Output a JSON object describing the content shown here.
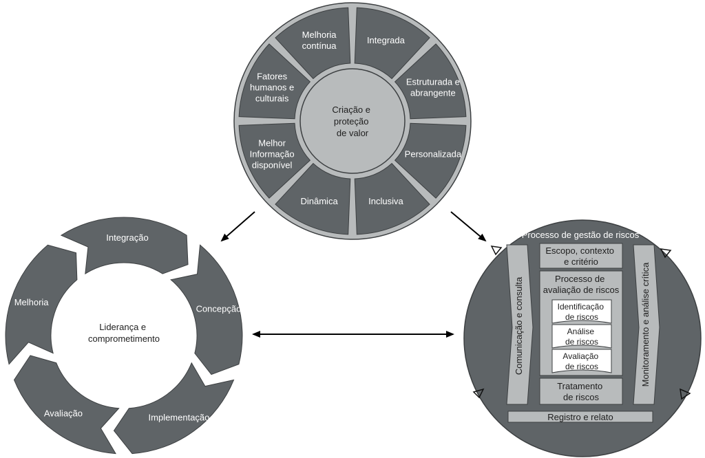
{
  "principles": {
    "center": [
      "Criação e",
      "proteção",
      "de valor"
    ],
    "segments": [
      [
        "Integrada"
      ],
      [
        "Estruturada e",
        "abrangente"
      ],
      [
        "Personalizada"
      ],
      [
        "Inclusiva"
      ],
      [
        "Dinâmica"
      ],
      [
        "Melhor",
        "Informação",
        "disponível"
      ],
      [
        "Fatores",
        "humanos e",
        "culturais"
      ],
      [
        "Melhoria",
        "contínua"
      ]
    ]
  },
  "framework": {
    "center": [
      "Liderança e",
      "comprometimento"
    ],
    "segments": [
      "Integração",
      "Concepção",
      "Implementação",
      "Avaliação",
      "Melhoria"
    ]
  },
  "process": {
    "title": "Processo de gestão de riscos",
    "scope": [
      "Escopo, contexto",
      "e critério"
    ],
    "assessment_title": [
      "Processo de",
      "avaliação de riscos"
    ],
    "steps": [
      [
        "Identificação",
        "de riscos"
      ],
      [
        "Análise",
        "de riscos"
      ],
      [
        "Avaliação",
        "de riscos"
      ]
    ],
    "treatment": [
      "Tratamento",
      "de riscos"
    ],
    "left_bar": "Comunicação e consulta",
    "right_bar": "Monitoramento e análise crítica",
    "bottom_bar": "Registro e relato"
  },
  "colors": {
    "dark": "#5f6467",
    "light": "#b8bbbc",
    "line": "#3c3f41",
    "white": "#ffffff"
  }
}
